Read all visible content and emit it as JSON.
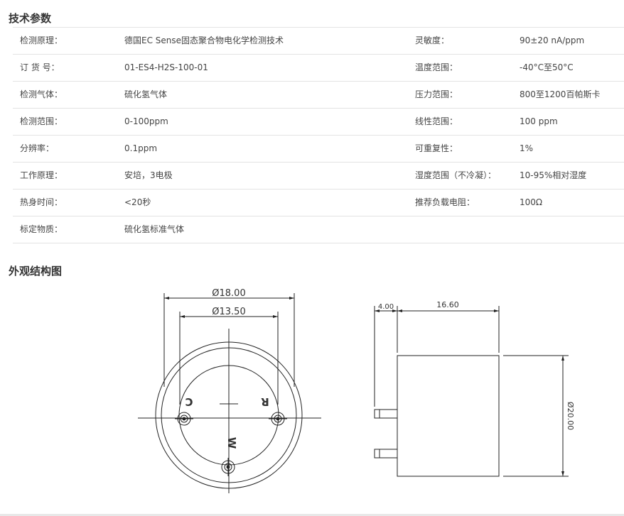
{
  "section1": {
    "title": "技术参数"
  },
  "specs": [
    {
      "l1": "检测原理：",
      "v1": "德国EC Sense固态聚合物电化学检测技术",
      "l2": "灵敏度：",
      "v2": "90±20 nA/ppm"
    },
    {
      "l1": "订 货 号：",
      "v1": "01-ES4-H2S-100-01",
      "l2": "温度范围：",
      "v2": "-40°C至50°C"
    },
    {
      "l1": "检测气体：",
      "v1": "硫化氢气体",
      "l2": "压力范围：",
      "v2": "800至1200百帕斯卡"
    },
    {
      "l1": "检测范围：",
      "v1": "0-100ppm",
      "l2": "线性范围：",
      "v2": "100 ppm"
    },
    {
      "l1": "分辨率：",
      "v1": "0.1ppm",
      "l2": "可重复性：",
      "v2": "1%"
    },
    {
      "l1": "工作原理：",
      "v1": "安培，3电极",
      "l2": "湿度范围（不冷凝）：",
      "v2": "10-95%相对湿度"
    },
    {
      "l1": "热身时间：",
      "v1": "<20秒",
      "l2": "推荐负载电阻：",
      "v2": "100Ω"
    },
    {
      "l1": "标定物质：",
      "v1": "硫化氢标准气体",
      "l2": "",
      "v2": ""
    }
  ],
  "section2": {
    "title": "外观结构图"
  },
  "drawing": {
    "dim_outer": "Ø18.00",
    "dim_inner": "Ø13.50",
    "pin_c": "C",
    "pin_r": "R",
    "pin_w": "W",
    "dim_pin": "4.00",
    "dim_body": "16.60",
    "dim_height": "Ø20.00"
  }
}
